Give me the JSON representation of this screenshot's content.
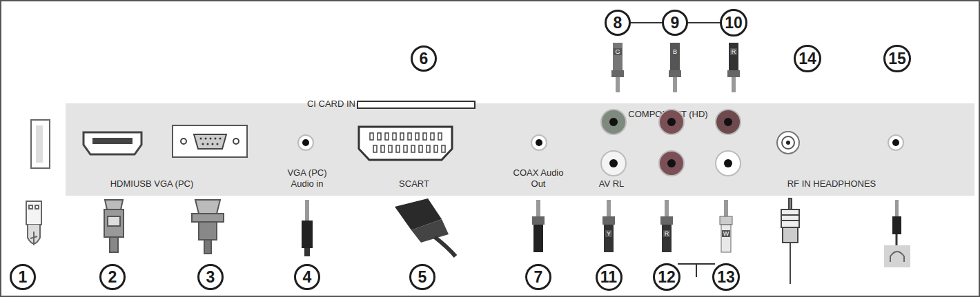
{
  "diagram": {
    "nodes": [
      {
        "text": [
          "CI CARD IN",
          "HDMIUSB VGA (PC)",
          "VGA (PC) Audio in",
          "SCART",
          "COAX Audio Out",
          "COMPONENT (HD)",
          "AV RL",
          "RF IN HEADPHONES"
        ]
      },
      {
        "text": [
          "8"
        ]
      },
      {
        "text": [
          "9"
        ]
      },
      {
        "text": [
          "10"
        ]
      },
      {
        "text": [
          "6"
        ]
      },
      {
        "text": [
          "14"
        ]
      },
      {
        "text": [
          "15"
        ]
      },
      {
        "text": [
          "1"
        ]
      },
      {
        "text": [
          "2"
        ]
      },
      {
        "text": [
          "3"
        ]
      },
      {
        "text": [
          "4"
        ]
      },
      {
        "text": [
          "5"
        ]
      },
      {
        "text": [
          "7"
        ]
      },
      {
        "text": [
          "11"
        ]
      },
      {
        "text": [
          "12"
        ]
      },
      {
        "text": [
          "13"
        ]
      }
    ],
    "labels": [
      "G",
      "B",
      "R",
      "Y",
      "R",
      "W"
    ]
  }
}
